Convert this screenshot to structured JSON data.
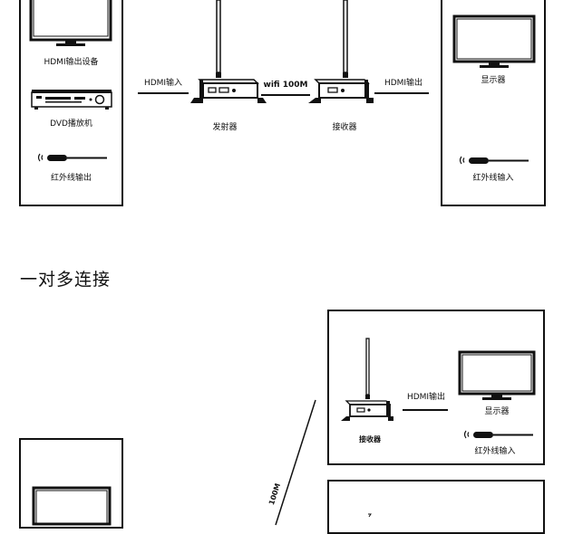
{
  "top": {
    "left_box": {
      "hdmi_source_label": "HDMI输出设备",
      "dvd_label": "DVD播放机",
      "ir_label": "红外线输出"
    },
    "right_box": {
      "display_label": "显示器",
      "ir_label": "红外线输入"
    },
    "hdmi_in_label": "HDMI输入",
    "wifi_label": "wifi 100M",
    "hdmi_out_label": "HDMI输出",
    "transmitter_label": "发射器",
    "receiver_label": "接收器"
  },
  "section_title": "一对多连接",
  "bottom": {
    "receiver_box": {
      "receiver_label": "接收器",
      "hdmi_out_label": "HDMI输出",
      "display_label": "显示器",
      "ir_label": "红外线输入"
    },
    "diag_label": "100M"
  }
}
